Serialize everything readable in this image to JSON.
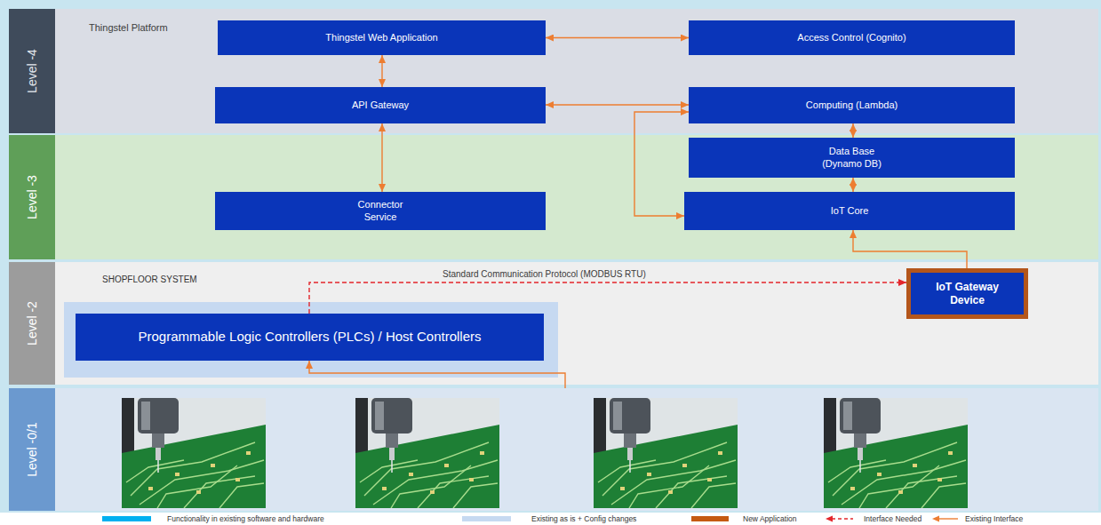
{
  "diagram": {
    "nodes": [
      {
        "text": [
          "Level -4"
        ]
      },
      {
        "text": [
          "Thingstel Web Application"
        ],
        "in": 0
      },
      {
        "text": [
          "Access Control (Cognito)"
        ],
        "in": 0
      },
      {
        "text": [
          "API Gateway"
        ],
        "in": 0
      },
      {
        "text": [
          "Computing (Lambda)"
        ],
        "in": 0
      },
      {
        "text": [
          "Level -3"
        ]
      },
      {
        "text": [
          "Data Base (Dynamo DB)"
        ],
        "in": 5
      },
      {
        "text": [
          "Connector Service"
        ],
        "in": 5
      },
      {
        "text": [
          "IoT Core"
        ],
        "in": 5
      },
      {
        "text": [
          "Level -2"
        ]
      },
      {
        "text": [
          "IoT Gateway Device"
        ],
        "in": 9
      },
      {
        "text": [
          "Programmable Logic Controllers (PLCs) / Host Controllers"
        ],
        "in": 9
      },
      {
        "text": [
          "Level -0/1"
        ]
      }
    ],
    "edges": [
      {
        "from": 1,
        "to": 2,
        "arrow": "both"
      },
      {
        "from": 1,
        "to": 3,
        "arrow": "both"
      },
      {
        "from": 3,
        "to": 4,
        "arrow": "both"
      },
      {
        "from": 3,
        "to": 7,
        "arrow": "both"
      },
      {
        "from": 4,
        "to": 6,
        "arrow": "both"
      },
      {
        "from": 6,
        "to": 8,
        "arrow": "both"
      },
      {
        "from": 8,
        "to": 4,
        "arrow": "both"
      },
      {
        "from": 10,
        "to": 8,
        "arrow": "to"
      },
      {
        "from": 11,
        "to": 10,
        "arrow": "to",
        "label": "Standard Communication Protocol (MODBUS RTU)"
      },
      {
        "from": 12,
        "to": 11,
        "arrow": "to"
      }
    ],
    "labels": [
      "Thingstel Platform",
      "SHOPFLOOR SYSTEM"
    ],
    "legend": [
      {
        "text": "Functionality in existing software and hardware",
        "color": "#00b0f0"
      },
      {
        "text": "Existing as is + Config changes",
        "color": "#c6d9f1"
      },
      {
        "text": "New Application",
        "color": "#c55a11"
      },
      {
        "text": "Interface Needed"
      },
      {
        "text": "Existing Interface"
      }
    ]
  }
}
